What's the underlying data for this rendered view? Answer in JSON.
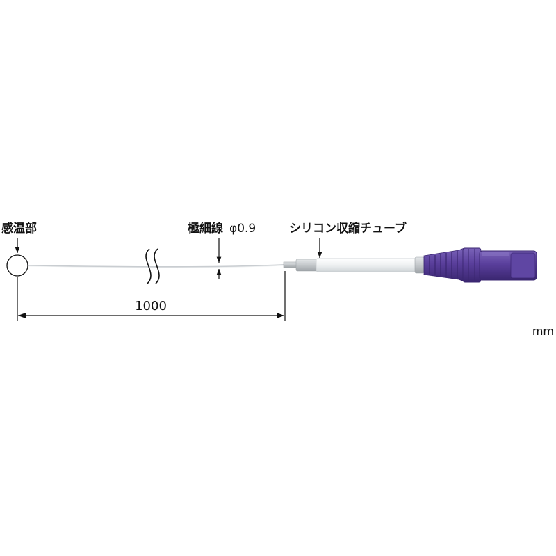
{
  "labels": {
    "sensing_part": "感温部",
    "fine_wire": "極細線",
    "fine_wire_diameter": "φ0.9",
    "silicone_tube": "シリコン収縮チューブ",
    "length_value": "1000",
    "unit": "mm"
  },
  "colors": {
    "connector_purple": "#5a3f9c",
    "connector_dark": "#3f2a78",
    "tube_white": "#f4f6f7",
    "tube_gray": "#c7cbce",
    "wire": "#c9cdd1",
    "line": "#111111"
  }
}
